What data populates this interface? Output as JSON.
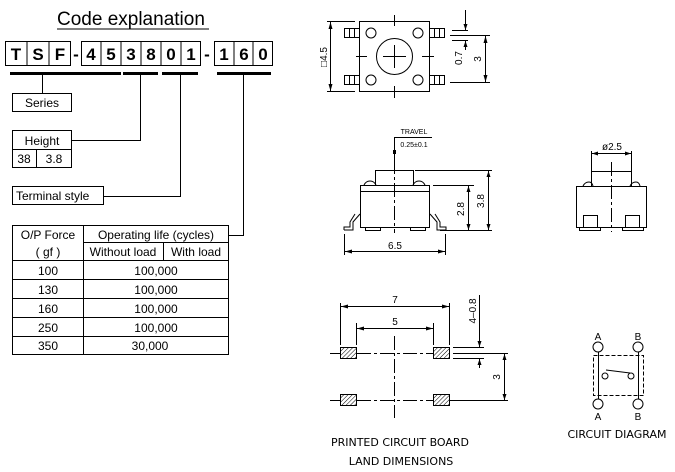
{
  "code_explanation": {
    "title": "Code explanation",
    "part_number_chars": [
      "T",
      "S",
      "F",
      "-",
      "4",
      "5",
      "3",
      "8",
      "0",
      "1",
      "-",
      "1",
      "6",
      "0"
    ],
    "series_label": "Series",
    "height": {
      "label": "Height",
      "code": "38",
      "value": "3.8"
    },
    "terminal_style_label": "Terminal style",
    "force_table": {
      "headers": {
        "col1_line1": "O/P Force",
        "col1_line2": "( gf )",
        "group": "Operating life (cycles)",
        "sub1": "Without load",
        "sub2": "With load"
      },
      "rows": [
        {
          "force": "100",
          "life": "100,000"
        },
        {
          "force": "130",
          "life": "100,000"
        },
        {
          "force": "160",
          "life": "100,000"
        },
        {
          "force": "250",
          "life": "100,000"
        },
        {
          "force": "350",
          "life": "30,000"
        }
      ]
    }
  },
  "top_view": {
    "dim_square": "□4.5",
    "dim_gap": "0.7",
    "dim_pitch": "3"
  },
  "side_view": {
    "travel_label": "TRAVEL",
    "travel_value": "0.25±0.1",
    "dim_body_height": "2.8",
    "dim_total_height": "3.8",
    "dim_width": "6.5"
  },
  "end_view": {
    "dim_button_diameter": "ø2.5"
  },
  "pcb_land": {
    "dim_outer": "7",
    "dim_inner": "5",
    "dim_pad": "4–0.8",
    "dim_pitch": "3",
    "caption_line1": "PRINTED  CIRCUIT  BOARD",
    "caption_line2": "LAND  DIMENSIONS"
  },
  "circuit_diagram": {
    "terminal_top_left": "A",
    "terminal_top_right": "B",
    "terminal_bottom_left": "A",
    "terminal_bottom_right": "B",
    "caption": "CIRCUIT  DIAGRAM"
  }
}
